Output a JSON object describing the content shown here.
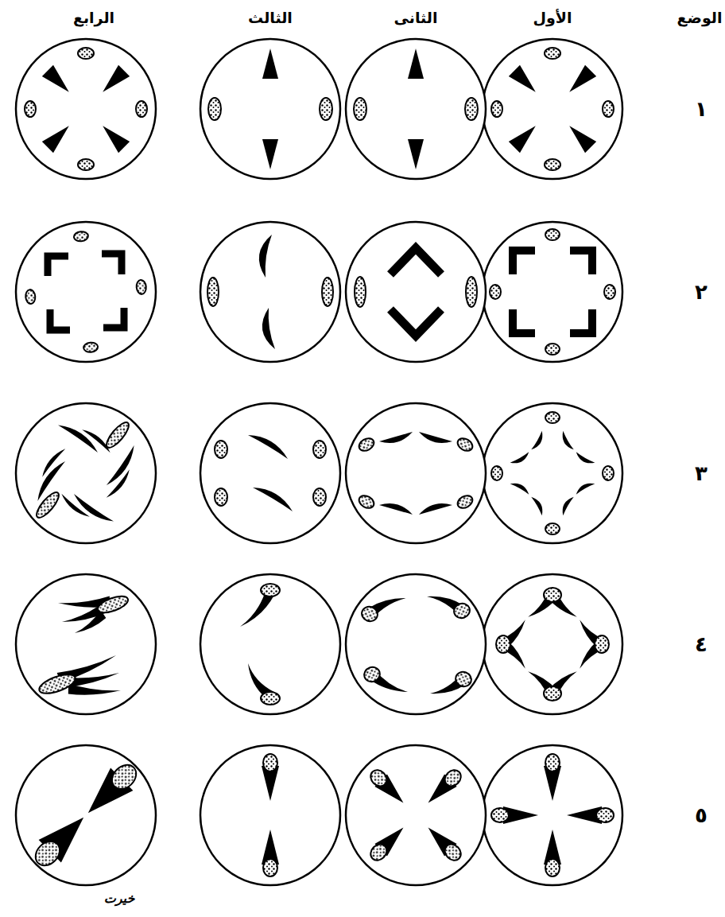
{
  "diagram": {
    "labels": [
      "الوضع",
      "الأول",
      "الثانى",
      "الثالث",
      "الرابع",
      "١",
      "٢",
      "٣",
      "٤",
      "٥",
      "خيرت"
    ]
  }
}
